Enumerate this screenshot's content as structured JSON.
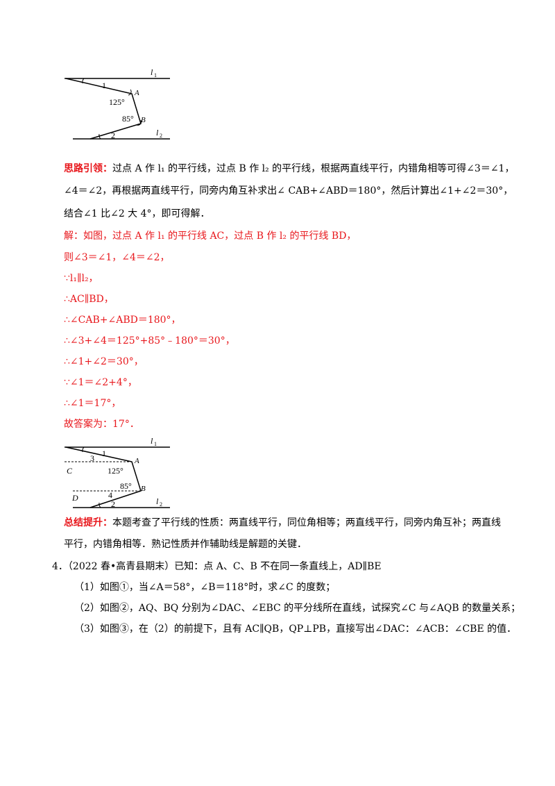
{
  "figure1": {
    "labels": {
      "l1": "l",
      "l1_sub": "1",
      "l2": "l",
      "l2_sub": "2",
      "angle1": "1",
      "A": "A",
      "ang125": "125°",
      "ang85": "85°",
      "B": "B",
      "angle2": "2"
    }
  },
  "hint": {
    "title": "思路引领：",
    "line1": "过点 A 作 l₁ 的平行线，过点 B 作 l₂ 的平行线，根据两直线平行，内错角相等可得∠3＝∠1，",
    "line2": "∠4＝∠2，再根据两直线平行，同旁内角互补求出∠ CAB+∠ABD＝180°，然后计算出∠1+∠2＝30°，",
    "line3": "结合∠1 比∠2 大 4°，即可得解．"
  },
  "solution": {
    "lines": [
      "解：如图，过点 A 作 l₁ 的平行线 AC，过点 B 作 l₂ 的平行线 BD，",
      "则∠3＝∠1，∠4＝∠2，",
      "∵l₁∥l₂，",
      "∴AC∥BD，",
      "∴∠CAB+∠ABD＝180°，",
      "∴∠3+∠4＝125°+85°﹣180°＝30°，",
      "∴∠1+∠2＝30°，",
      "∵∠1＝∠2+4°，",
      "∴∠1＝17°，",
      "故答案为：17°．"
    ]
  },
  "figure2": {
    "labels": {
      "l1": "l",
      "l1_sub": "1",
      "l2": "l",
      "l2_sub": "2",
      "angle1": "1",
      "angle3": "3",
      "A": "A",
      "C": "C",
      "ang125": "125°",
      "ang85": "85°",
      "B": "B",
      "D": "D",
      "angle4": "4",
      "angle2": "2"
    }
  },
  "summary": {
    "title": "总结提升：",
    "line1": "本题考查了平行线的性质：两直线平行，同位角相等；两直线平行，同旁内角互补；两直线",
    "line2": "平行，内错角相等．熟记性质并作辅助线是解题的关键．"
  },
  "problem4": {
    "number": "4．",
    "stem": "（2022 春•高青县期末）已知：点 A、C、B 不在同一条直线上，AD∥BE",
    "q1": "（1）如图①，当∠A＝58°，∠B＝118°时，求∠C 的度数；",
    "q2": "（2）如图②，AQ、BQ 分别为∠DAC、∠EBC 的平分线所在直线，试探究∠C 与∠AQB 的数量关系；",
    "q3": "（3）如图③，在（2）的前提下，且有 AC∥QB，QP⊥PB，直接写出∠DAC：∠ACB：∠CBE 的值．"
  }
}
